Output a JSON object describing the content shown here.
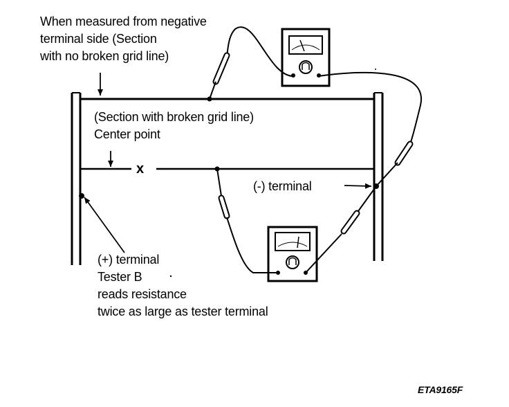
{
  "labels": {
    "negative_side": [
      "When measured from negative",
      "terminal side (Section",
      "with no broken grid line)"
    ],
    "broken_section": "(Section with broken grid line)",
    "center_point": "Center point",
    "center_mark": "x",
    "negative_terminal": "(-) terminal",
    "positive_terminal_notes": [
      "(+) terminal",
      "Tester B",
      "reads resistance",
      "twice as large as tester terminal"
    ]
  },
  "figure_code": "ETA9165F",
  "icons": [
    "ohmmeter-icon",
    "ohmmeter-icon",
    "test-probe-icon",
    "arrow-icon"
  ],
  "colors": {
    "ink": "#000000",
    "paper": "#ffffff"
  }
}
